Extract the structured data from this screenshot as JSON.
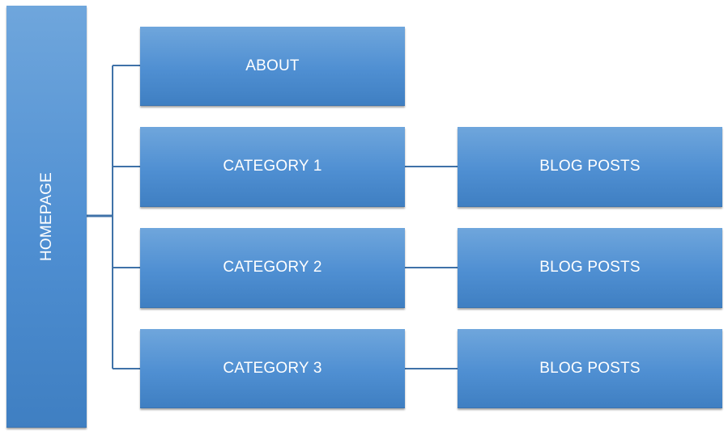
{
  "diagram": {
    "root": {
      "label": "HOMEPAGE"
    },
    "children": [
      {
        "label": "ABOUT",
        "child": null
      },
      {
        "label": "CATEGORY 1",
        "child": "BLOG POSTS"
      },
      {
        "label": "CATEGORY 2",
        "child": "BLOG POSTS"
      },
      {
        "label": "CATEGORY 3",
        "child": "BLOG POSTS"
      }
    ]
  },
  "colors": {
    "box_top": "#6fa6dc",
    "box_bottom": "#3f7fc2",
    "connector": "#3f72a8",
    "text": "#ffffff"
  }
}
